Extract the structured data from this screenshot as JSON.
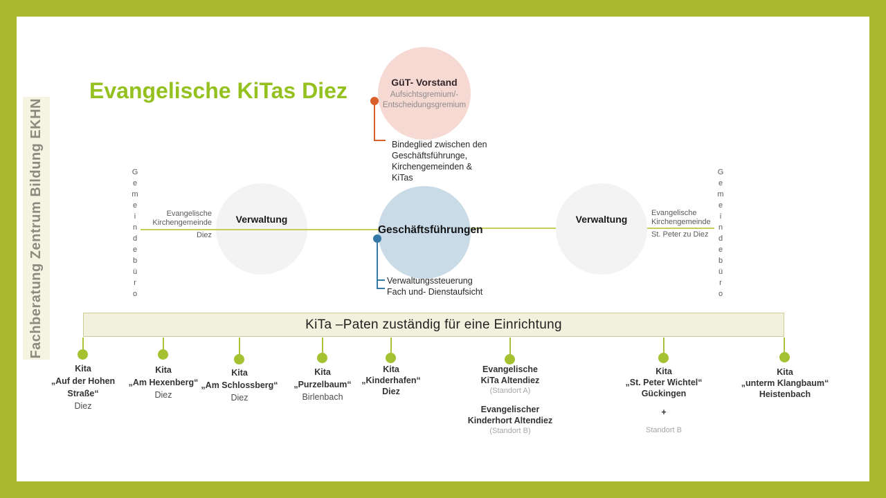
{
  "title": "Evangelische KiTas Diez",
  "sidebar": {
    "label": "Fachberatung Zentrum Bildung EKHN"
  },
  "vorstand": {
    "title": "GüT- Vorstand",
    "subtitle1": "Aufsichtsgremium/-",
    "subtitle2": "Entscheidungsgremium",
    "note_lines": [
      "Bindeglied zwischen den",
      "Geschäftsführunge,",
      "Kirchengemeinden &",
      "KiTas"
    ]
  },
  "management": {
    "label": "Geschäftsführungen",
    "note1": "Verwaltungssteuerung",
    "note2": "Fach und- Dienstaufsicht"
  },
  "left_admin": {
    "circle_label": "Verwaltung",
    "parish_line1": "Evangelische",
    "parish_line2": "Kirchengemeinde",
    "parish_below": "Diez",
    "office_vertical": "Gemeindebüro"
  },
  "right_admin": {
    "circle_label": "Verwaltung",
    "parish_line1": "Evangelische",
    "parish_line2": "Kirchengemeinde",
    "parish_below": "St. Peter zu Diez",
    "office_vertical": "Gemeindebüro"
  },
  "banner": {
    "label": "KiTa –Paten zuständig für eine Einrichtung"
  },
  "kitas": [
    {
      "lines": [
        {
          "t": "Kita",
          "s": "b"
        },
        {
          "t": "„Auf der Hohen",
          "s": "b"
        },
        {
          "t": "Straße“",
          "s": "b"
        },
        {
          "t": "Diez",
          "s": "n"
        }
      ]
    },
    {
      "lines": [
        {
          "t": "Kita",
          "s": "b"
        },
        {
          "t": "„Am Hexenberg“",
          "s": "b"
        },
        {
          "t": "Diez",
          "s": "n"
        }
      ]
    },
    {
      "lines": [
        {
          "t": "Kita",
          "s": "b"
        },
        {
          "t": "„Am Schlossberg“",
          "s": "b"
        },
        {
          "t": "Diez",
          "s": "n"
        }
      ]
    },
    {
      "lines": [
        {
          "t": "Kita",
          "s": "b"
        },
        {
          "t": "„Purzelbaum“",
          "s": "b"
        },
        {
          "t": "Birlenbach",
          "s": "n"
        }
      ]
    },
    {
      "lines": [
        {
          "t": "Kita",
          "s": "b"
        },
        {
          "t": "„Kinderhafen“",
          "s": "b"
        },
        {
          "t": "Diez",
          "s": "b"
        }
      ]
    },
    {
      "lines": [
        {
          "t": "Evangelische",
          "s": "b"
        },
        {
          "t": "KiTa Altendiez",
          "s": "b"
        },
        {
          "t": "(Standort A)",
          "s": "m"
        },
        {
          "t": "Evangelischer",
          "s": "b g"
        },
        {
          "t": "Kinderhort Altendiez",
          "s": "b"
        },
        {
          "t": "(Standort B)",
          "s": "m"
        }
      ]
    },
    {
      "lines": [
        {
          "t": "Kita",
          "s": "b"
        },
        {
          "t": "„St. Peter Wichtel“",
          "s": "b"
        },
        {
          "t": "Gückingen",
          "s": "b"
        },
        {
          "t": "+",
          "s": "b g"
        },
        {
          "t": "Standort B",
          "s": "m g"
        }
      ]
    },
    {
      "lines": [
        {
          "t": "Kita",
          "s": "b"
        },
        {
          "t": "„unterm Klangbaum“",
          "s": "b"
        },
        {
          "t": "Heistenbach",
          "s": "b"
        }
      ]
    }
  ],
  "colors": {
    "frame_green": "#a8b92e",
    "title_green": "#94c11f",
    "sidebar_bg": "#f5f4e3",
    "pink_circle": "#f7d9d3",
    "blue_circle": "#c9dbe7",
    "gray_circle": "#f3f3f3",
    "orange_accent": "#d95f2b",
    "blue_accent": "#3579a8",
    "olive_line": "#c6cf55",
    "green_dot": "#a3c130",
    "banner_bg": "#f2f1de",
    "muted_gray": "#8c8c8c"
  }
}
